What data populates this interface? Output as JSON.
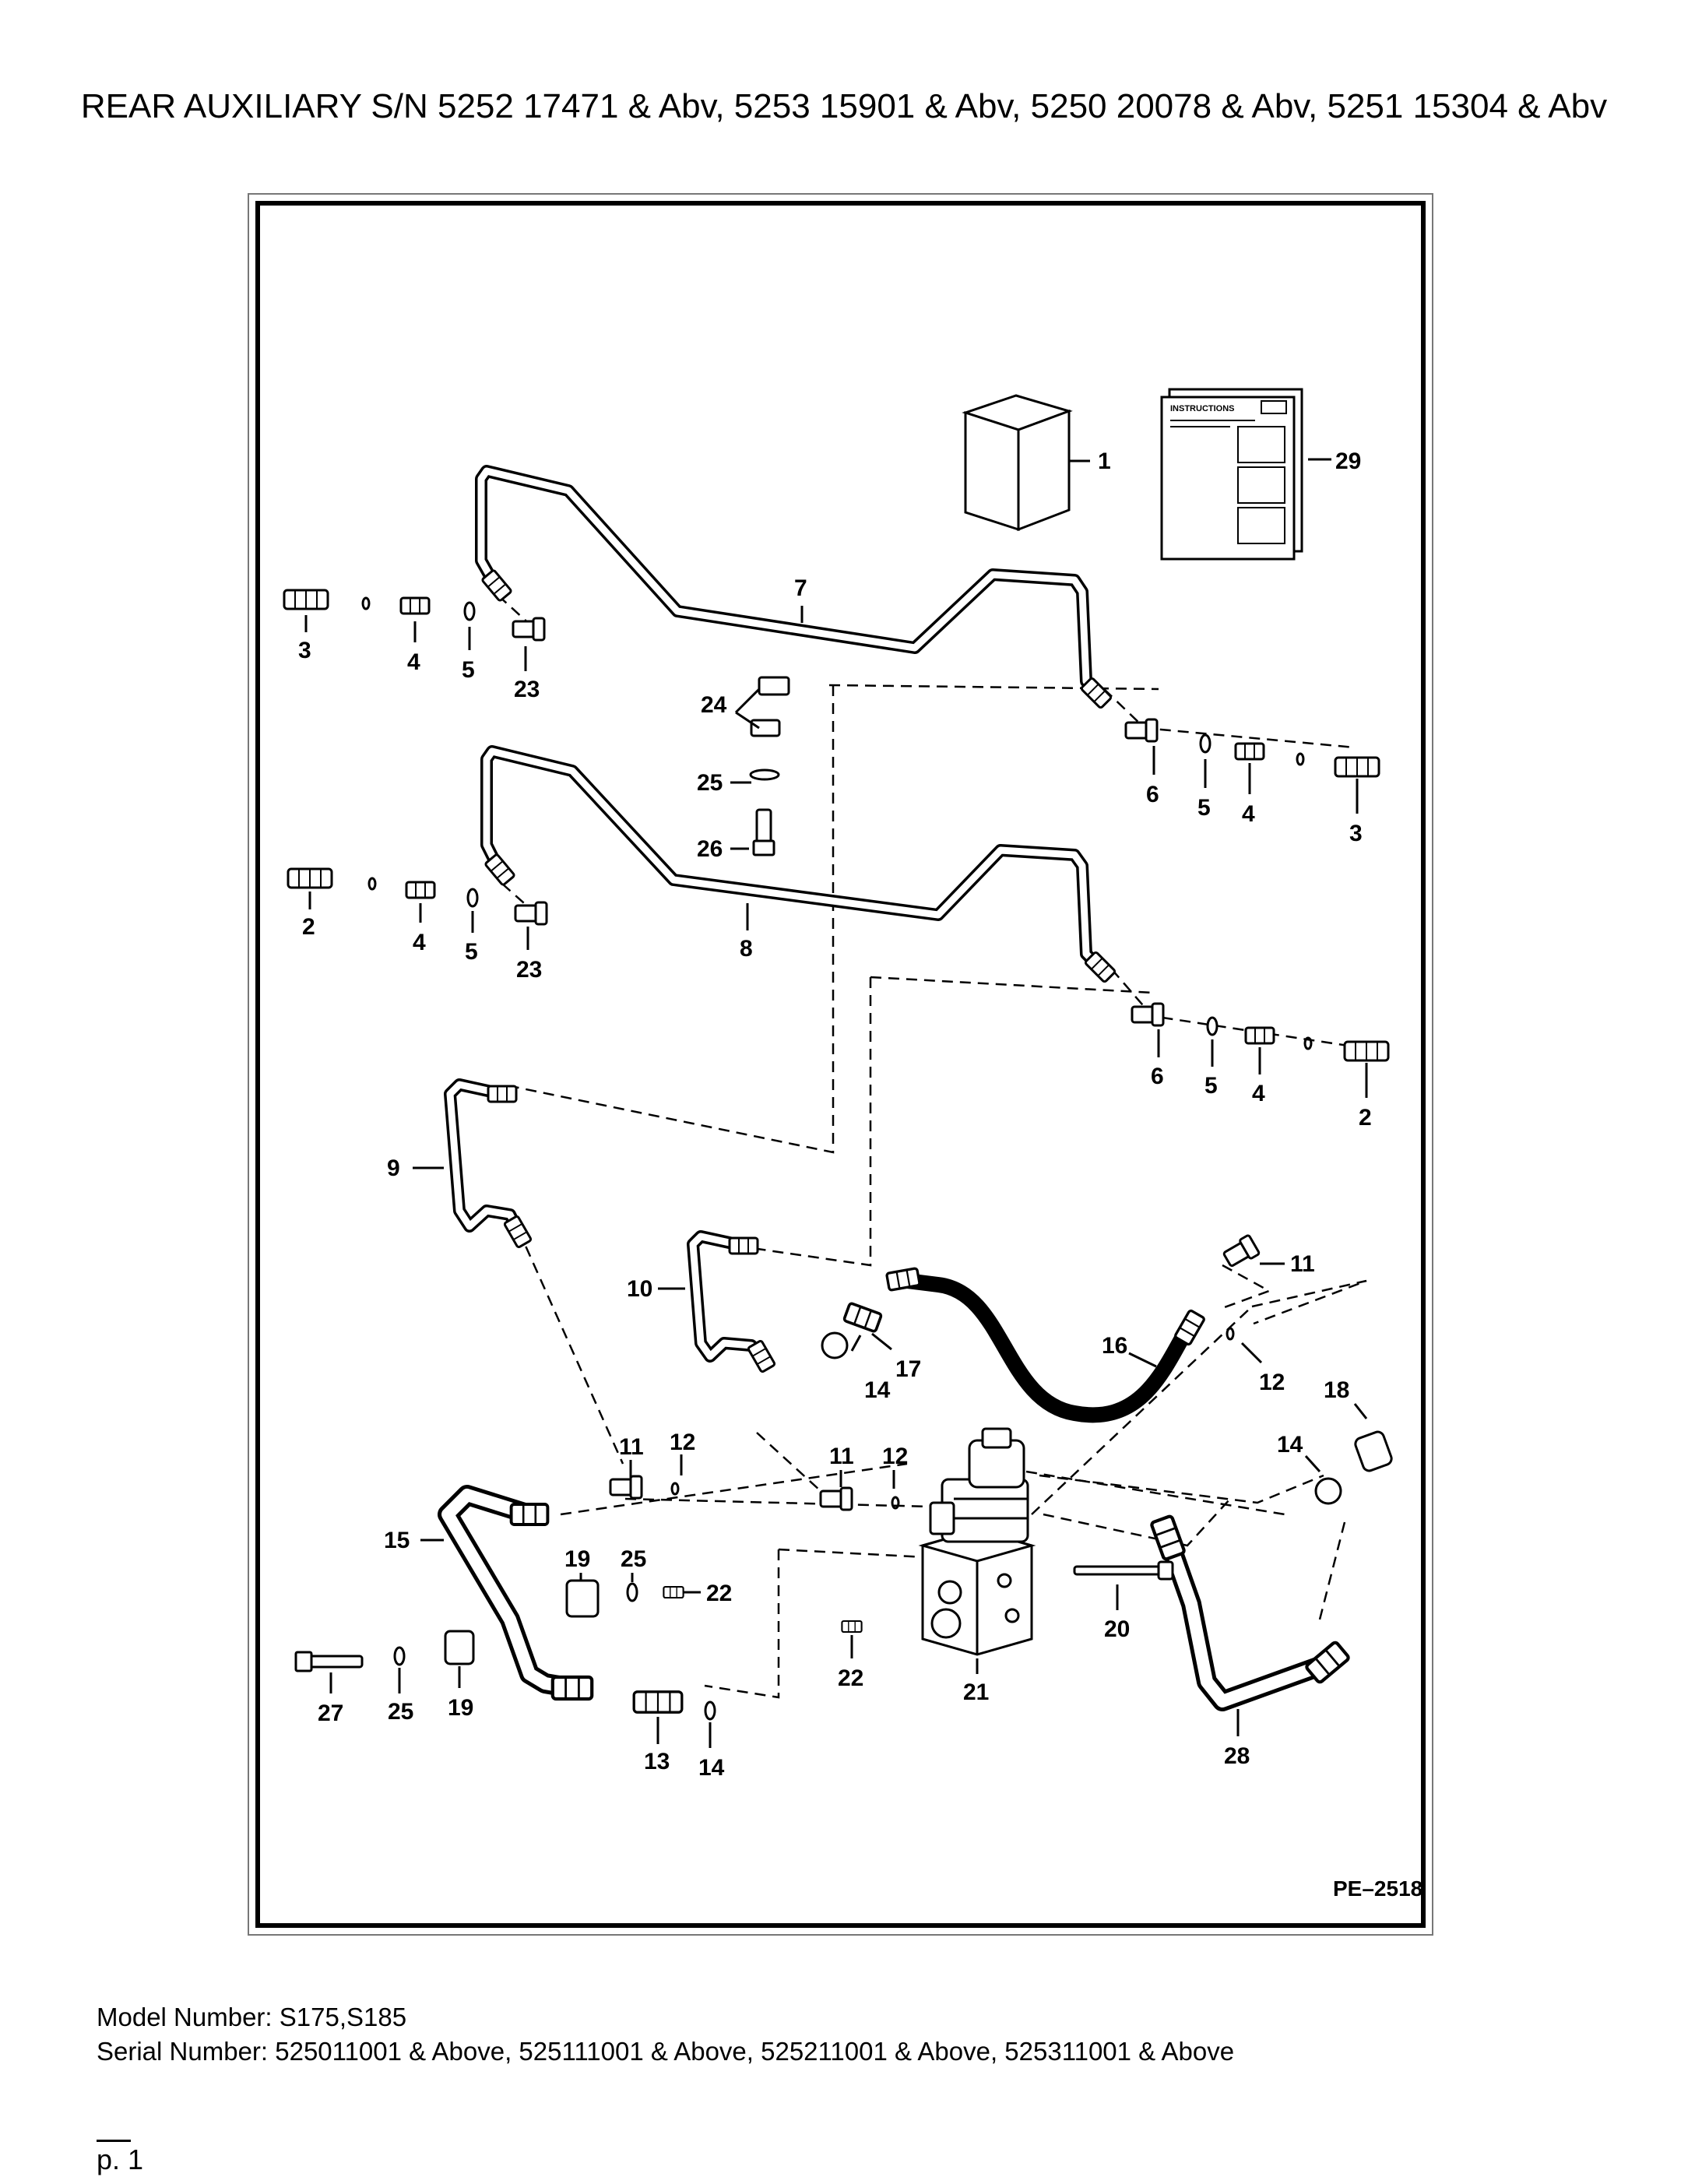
{
  "page": {
    "title": "REAR AUXILIARY S/N 5252 17471 & Abv, 5253 15901 & Abv, 5250 20078 & Abv, 5251 15304 & Abv",
    "model_number": "Model Number: S175,S185",
    "serial_number": "Serial Number: 525011001 & Above, 525111001 & Above, 525211001 & Above, 525311001 & Above",
    "page_number": "p. 1"
  },
  "diagram": {
    "drawing_code": "PE–2518",
    "instructions_label": "INSTRUCTIONS",
    "callouts": {
      "c1": "1",
      "c29": "29",
      "c7": "7",
      "c3a": "3",
      "c4a": "4",
      "c5a": "5",
      "c23a": "23",
      "c24": "24",
      "c25a": "25",
      "c26": "26",
      "c6a": "6",
      "c5b": "5",
      "c4b": "4",
      "c3b": "3",
      "c2a": "2",
      "c4c": "4",
      "c5c": "5",
      "c23b": "23",
      "c8": "8",
      "c6b": "6",
      "c5d": "5",
      "c4d": "4",
      "c2b": "2",
      "c9": "9",
      "c10": "10",
      "c11a": "11",
      "c16": "16",
      "c12a": "12",
      "c17": "17",
      "c14a": "14",
      "c18": "18",
      "c14b": "14",
      "c11b": "11",
      "c12b": "12",
      "c11c": "11",
      "c12c": "12",
      "c15": "15",
      "c19a": "19",
      "c25b": "25",
      "c22a": "22",
      "c27": "27",
      "c25c": "25",
      "c19b": "19",
      "c13": "13",
      "c14c": "14",
      "c22b": "22",
      "c21": "21",
      "c20": "20",
      "c28": "28"
    }
  }
}
